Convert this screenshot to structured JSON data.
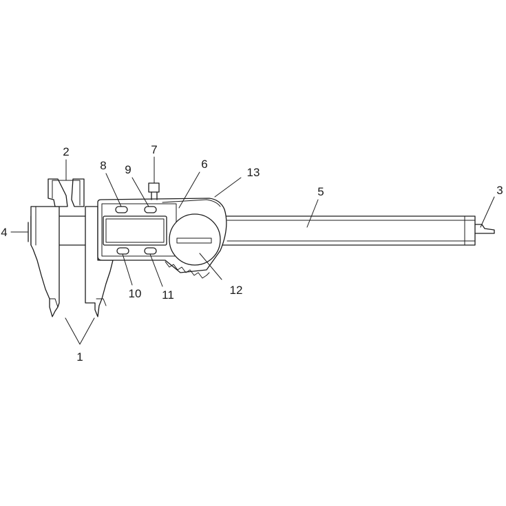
{
  "callouts": {
    "c1": "1",
    "c2": "2",
    "c3": "3",
    "c4": "4",
    "c5": "5",
    "c6": "6",
    "c7": "7",
    "c8": "8",
    "c9": "9",
    "c10": "10",
    "c11": "11",
    "c12": "12",
    "c13": "13"
  },
  "colors": {
    "stroke": "#1a1a1a",
    "background": "#ffffff"
  }
}
